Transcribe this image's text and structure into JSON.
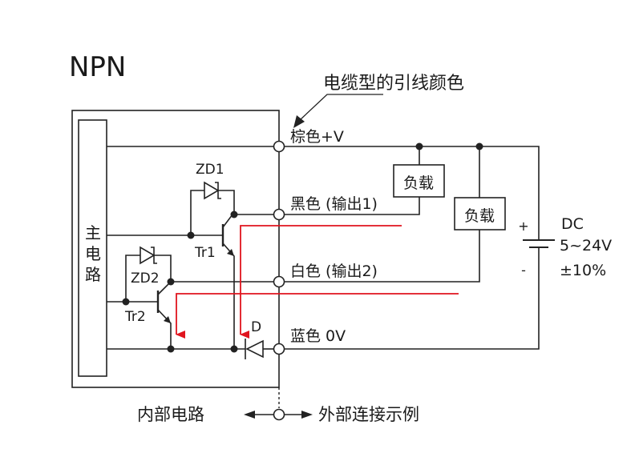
{
  "title": "NPN",
  "cable_color_note": "电缆型的引线颜色",
  "main_circuit": [
    "主",
    "电",
    "路"
  ],
  "terminals": {
    "brown": "棕色+V",
    "black": "黑色 (输出1)",
    "white": "白色 (输出2)",
    "blue": "蓝色 0V"
  },
  "components": {
    "zd1": "ZD1",
    "zd2": "ZD2",
    "tr1": "Tr1",
    "tr2": "Tr2",
    "diode": "D"
  },
  "loads": {
    "load1": "负载",
    "load2": "负载"
  },
  "supply": {
    "plus": "+",
    "minus": "-",
    "type": "DC",
    "voltage": "5~24V",
    "tolerance": "±10%"
  },
  "boundary": {
    "internal": "内部电路",
    "external": "外部连接示例"
  },
  "colors": {
    "wire": "#222222",
    "current_path": "#e0141e"
  }
}
